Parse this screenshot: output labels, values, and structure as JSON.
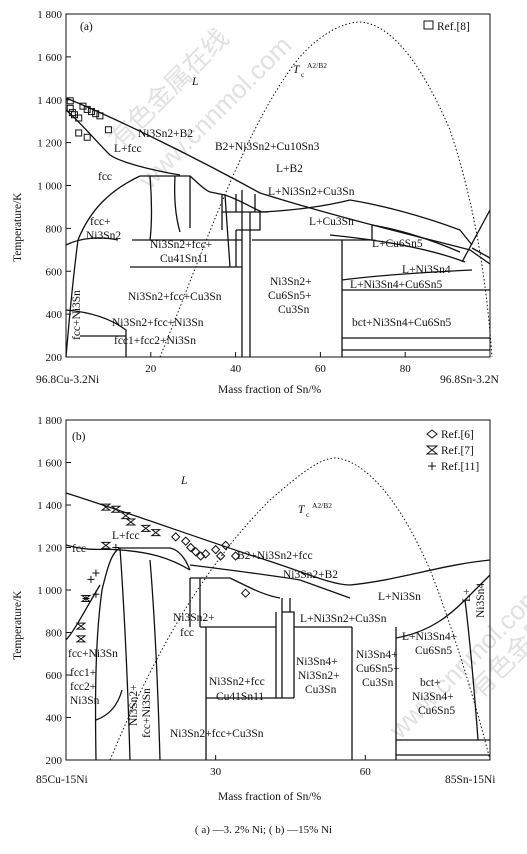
{
  "chart_data": [
    {
      "type": "phase-diagram",
      "panel": "(a)",
      "ylabel": "Temperature/K",
      "xlabel": "Mass fraction of Sn/%",
      "ylim": [
        200,
        1800
      ],
      "yticks": [
        "200",
        "400",
        "600",
        "800",
        "1 000",
        "1 200",
        "1 400",
        "1 600",
        "1 800"
      ],
      "xticks": [
        "20",
        "40",
        "60",
        "80"
      ],
      "xlim": [
        0,
        100
      ],
      "left_end": "96.8Cu-3.2Ni",
      "right_end": "96.8Sn-3.2N",
      "legend": [
        {
          "symbol": "square",
          "label": "Ref.[8]"
        }
      ],
      "labels": [
        "L",
        "T",
        "L+fcc",
        "fcc",
        "Ni3Sn2+B2",
        "B2+Ni3Sn2+Cu10Sn3",
        "L+B2",
        "L+Ni3Sn2+Cu3Sn",
        "fcc+",
        "Ni3Sn2",
        "Ni3Sn2+fcc+",
        "Cu41Sn11",
        "L+Cu3Sn",
        "L+Cu6Sn5",
        "L+Ni3Sn4",
        "L+Ni3Sn4+Cu6Sn5",
        "Ni3Sn2+fcc+Cu3Sn",
        "Ni3Sn2+",
        "Cu6Sn5+",
        "Cu3Sn",
        "bct+Ni3Sn4+Cu6Sn5",
        "Ni3Sn2+fcc+Ni3Sn",
        "fcc1+fcc2+Ni3Sn",
        "fcc+Ni3Sn"
      ],
      "tc_label": "c",
      "tc_super": "A2/B2",
      "ref_points": [
        [
          1,
          1395
        ],
        [
          1,
          1360
        ],
        [
          1.5,
          1340
        ],
        [
          2,
          1330
        ],
        [
          3,
          1315
        ],
        [
          4,
          1370
        ],
        [
          5,
          1355
        ],
        [
          6,
          1345
        ],
        [
          7,
          1335
        ],
        [
          8,
          1325
        ],
        [
          3,
          1245
        ],
        [
          5,
          1225
        ],
        [
          10,
          1260
        ]
      ]
    },
    {
      "type": "phase-diagram",
      "panel": "(b)",
      "ylabel": "Temperature/K",
      "xlabel": "Mass fraction of Sn/%",
      "ylim": [
        200,
        1800
      ],
      "yticks": [
        "200",
        "400",
        "600",
        "800",
        "1 000",
        "1 200",
        "1 400",
        "1 600",
        "1 800"
      ],
      "xticks": [
        "30",
        "60"
      ],
      "xlim": [
        0,
        85
      ],
      "left_end": "85Cu-15Ni",
      "right_end": "85Sn-15Ni",
      "legend": [
        {
          "symbol": "diamond",
          "label": "Ref.[6]"
        },
        {
          "symbol": "hourglass",
          "label": "Ref.[7]"
        },
        {
          "symbol": "plus",
          "label": "Ref.[11]"
        }
      ],
      "labels": [
        "L",
        "T",
        "L+fcc",
        "fcc",
        "B2+Ni3Sn2+fcc",
        "Ni3Sn2+B2",
        "L+Ni3Sn",
        "L+",
        "Ni3Sn4",
        "Ni3Sn2+",
        "fcc",
        "L+Ni3Sn2+Cu3Sn",
        "fcc+Ni3Sn",
        "fcc1+",
        "fcc2+",
        "Ni3Sn",
        "Ni3Sn2+",
        "fcc+Ni3Sn",
        "Ni3Sn2+fcc",
        "Cu41Sn11",
        "Ni3Sn4+",
        "Ni3Sn2+",
        "Cu3Sn",
        "Ni3Sn4+",
        "Cu6Sn5+",
        "Cu3Sn",
        "L+Ni3Sn4+",
        "Cu6Sn5",
        "bct+",
        "Ni3Sn4+",
        "Cu6Sn5",
        "Ni3Sn2+fcc+Cu3Sn"
      ],
      "tc_label": "c",
      "tc_super": "A2/B2",
      "ref6_points": [
        [
          22,
          1250
        ],
        [
          24,
          1230
        ],
        [
          25,
          1200
        ],
        [
          26,
          1180
        ],
        [
          28,
          1170
        ],
        [
          30,
          1190
        ],
        [
          32,
          1210
        ],
        [
          27,
          1160
        ],
        [
          31,
          1160
        ],
        [
          34,
          1160
        ],
        [
          36,
          985
        ]
      ],
      "ref7_points": [
        [
          8,
          1390
        ],
        [
          10,
          1380
        ],
        [
          12,
          1350
        ],
        [
          13,
          1320
        ],
        [
          16,
          1290
        ],
        [
          18,
          1270
        ],
        [
          8,
          1210
        ],
        [
          3,
          830
        ],
        [
          3,
          770
        ],
        [
          4,
          960
        ]
      ],
      "ref11_points": [
        [
          6,
          1080
        ],
        [
          5,
          1050
        ],
        [
          4,
          960
        ],
        [
          6,
          980
        ],
        [
          10,
          1200
        ]
      ]
    }
  ],
  "caption": "( a) —3. 2% Ni;  ( b) —15% Ni",
  "watermark": [
    "有色金属在线",
    "www.cnnmol.com"
  ]
}
